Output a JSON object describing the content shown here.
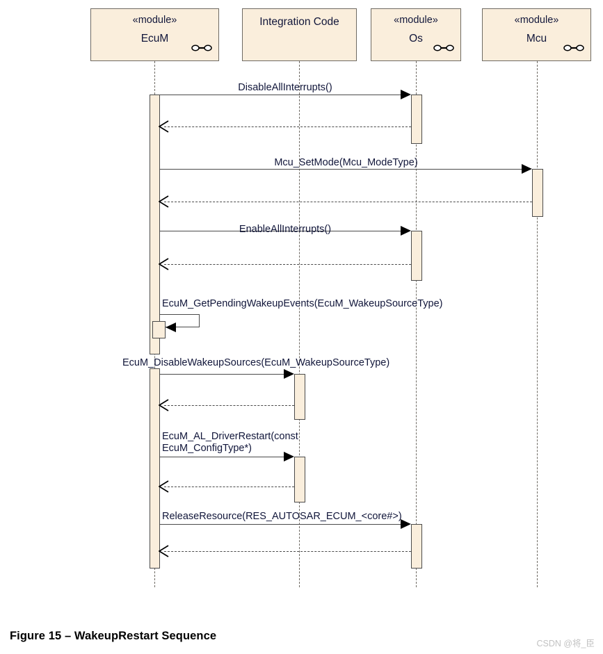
{
  "diagram": {
    "type": "uml-sequence-diagram",
    "caption": "Figure 15 – WakeupRestart Sequence",
    "watermark": "CSDN @将_臣",
    "colors": {
      "box_fill": "#faeedc",
      "box_border": "#6e6a63",
      "line": "#4a4a4a",
      "text": "#11163a",
      "caption_text": "#000000",
      "watermark_text": "#c2c2c2",
      "background": "#ffffff"
    },
    "participants": [
      {
        "id": "ecum",
        "stereotype": "«module»",
        "name": "EcuM",
        "has_module_icon": true
      },
      {
        "id": "integration",
        "stereotype": "",
        "name": "Integration Code",
        "has_module_icon": false
      },
      {
        "id": "os",
        "stereotype": "«module»",
        "name": "Os",
        "has_module_icon": true
      },
      {
        "id": "mcu",
        "stereotype": "«module»",
        "name": "Mcu",
        "has_module_icon": true
      }
    ],
    "messages": [
      {
        "index": 1,
        "label": "DisableAllInterrupts()",
        "from": "ecum",
        "to": "os",
        "kind": "call",
        "style": "solid"
      },
      {
        "index": 2,
        "label": "",
        "from": "os",
        "to": "ecum",
        "kind": "return",
        "style": "dashed"
      },
      {
        "index": 3,
        "label": "Mcu_SetMode(Mcu_ModeType)",
        "from": "ecum",
        "to": "mcu",
        "kind": "call",
        "style": "solid"
      },
      {
        "index": 4,
        "label": "",
        "from": "mcu",
        "to": "ecum",
        "kind": "return",
        "style": "dashed"
      },
      {
        "index": 5,
        "label": "EnableAllInterrupts()",
        "from": "ecum",
        "to": "os",
        "kind": "call",
        "style": "solid"
      },
      {
        "index": 6,
        "label": "",
        "from": "os",
        "to": "ecum",
        "kind": "return",
        "style": "dashed"
      },
      {
        "index": 7,
        "label": "EcuM_GetPendingWakeupEvents(EcuM_WakeupSourceType)",
        "from": "ecum",
        "to": "ecum",
        "kind": "self",
        "style": "solid"
      },
      {
        "index": 8,
        "label": "EcuM_DisableWakeupSources(EcuM_WakeupSourceType)",
        "from": "ecum",
        "to": "integration",
        "kind": "call",
        "style": "solid"
      },
      {
        "index": 9,
        "label": "",
        "from": "integration",
        "to": "ecum",
        "kind": "return",
        "style": "dashed"
      },
      {
        "index": 10,
        "label": "EcuM_AL_DriverRestart(const",
        "label2": "EcuM_ConfigType*)",
        "from": "ecum",
        "to": "integration",
        "kind": "call",
        "style": "solid"
      },
      {
        "index": 11,
        "label": "",
        "from": "integration",
        "to": "ecum",
        "kind": "return",
        "style": "dashed"
      },
      {
        "index": 12,
        "label": "ReleaseResource(RES_AUTOSAR_ECUM_<core#>)",
        "from": "ecum",
        "to": "os",
        "kind": "call",
        "style": "solid"
      },
      {
        "index": 13,
        "label": "",
        "from": "os",
        "to": "ecum",
        "kind": "return",
        "style": "dashed"
      }
    ]
  }
}
